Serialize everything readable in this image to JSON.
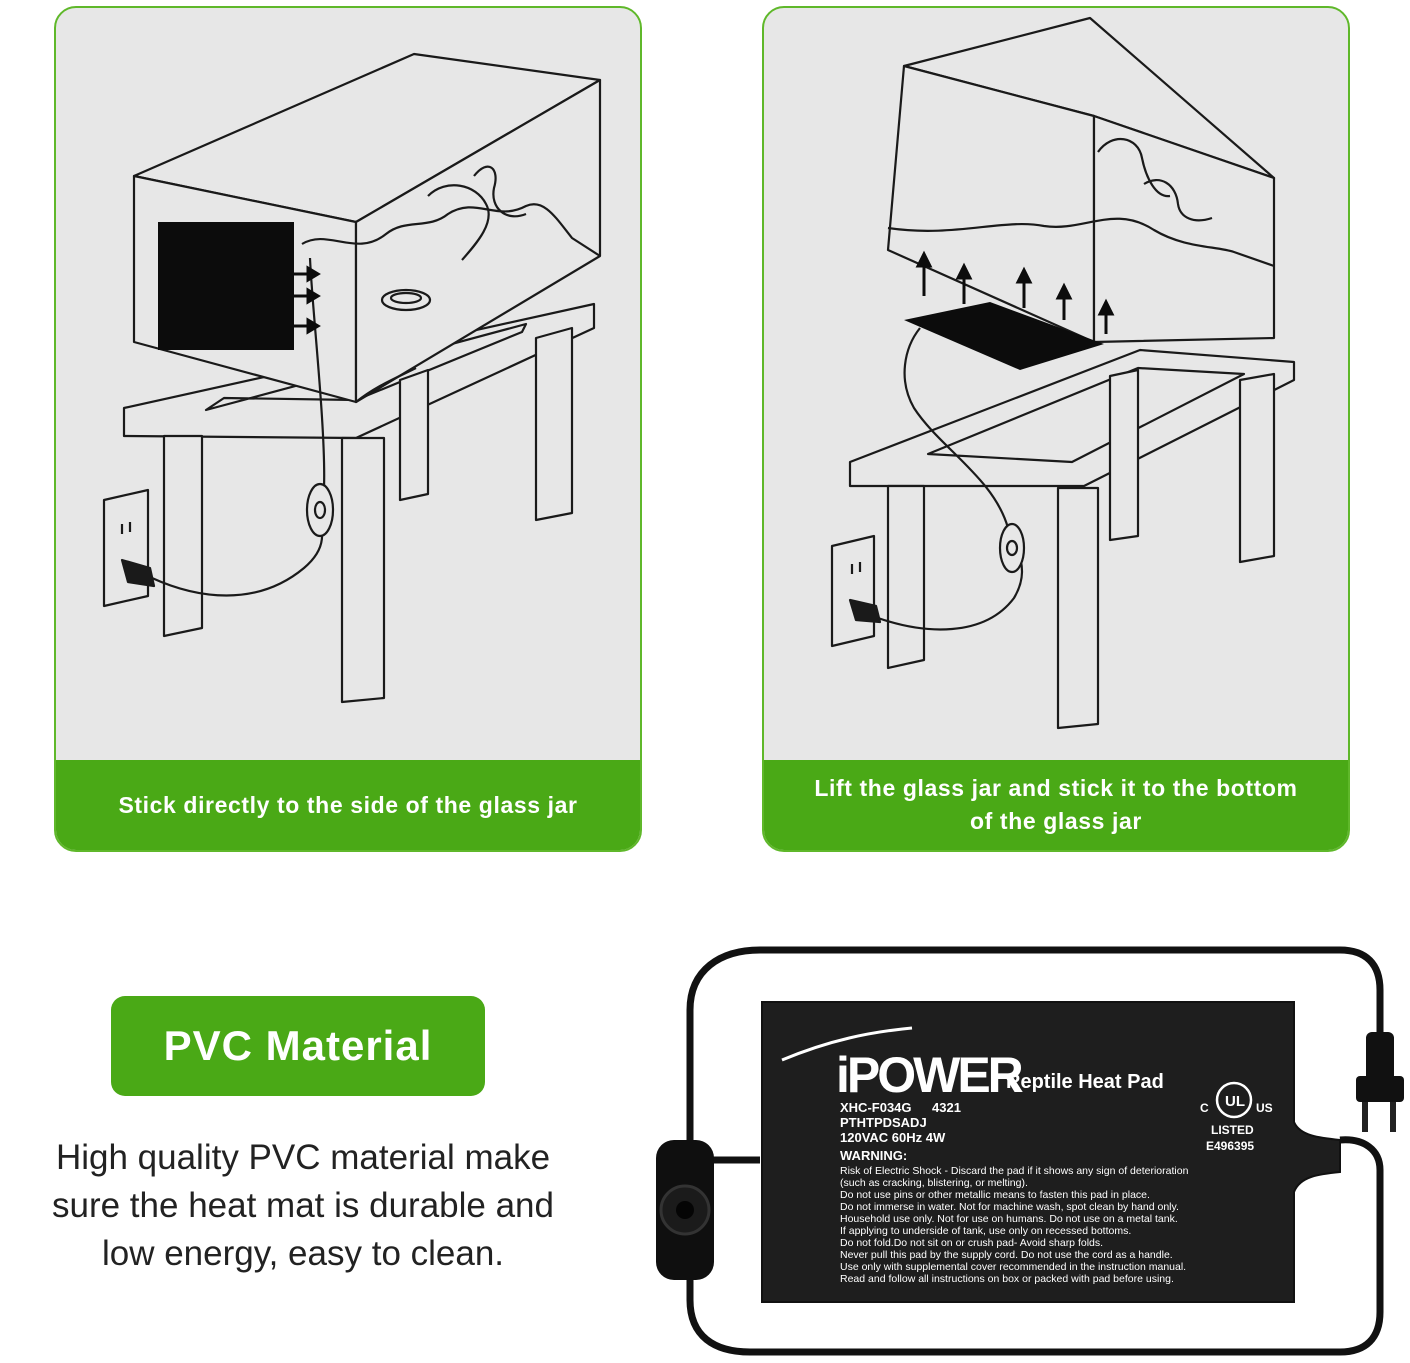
{
  "panels": {
    "left": {
      "caption": "Stick directly to the side of the glass jar"
    },
    "right": {
      "caption_line1": "Lift the glass jar and stick it to the bottom",
      "caption_line2": "of the glass jar"
    }
  },
  "feature": {
    "badge": "PVC Material",
    "description_lines": [
      "High quality PVC material make",
      "sure the heat mat is durable and",
      "low energy, easy to clean."
    ]
  },
  "label": {
    "brand": "iPOWER",
    "product_name": "Reptile Heat Pad",
    "model": "XHC-F034G",
    "code": "4321",
    "sku": "PTHTPDSADJ",
    "rating": "120VAC 60Hz 4W",
    "cert_c": "C",
    "cert_ul": "UL",
    "cert_us": "US",
    "cert_listed": "LISTED",
    "cert_number": "E496395",
    "warning_title": "WARNING:",
    "warning_lines": [
      "Risk of Electric Shock - Discard the pad if it shows any sign of deterioration",
      "(such as cracking, blistering, or melting).",
      "Do not use pins or other metallic means to fasten this pad in place.",
      "Do not immerse in water. Not for machine wash, spot clean by hand only.",
      "Household use only. Not for use on humans. Do not use on a metal tank.",
      "If applying to underside of tank, use only on recessed bottoms.",
      "Do not fold.Do not sit on or crush pad- Avoid sharp folds.",
      "Never pull this pad by the supply cord. Do not use the cord as a handle.",
      "Use only with supplemental cover recommended in the instruction manual.",
      "Read and follow all instructions on box or packed with pad before using."
    ]
  },
  "colors": {
    "accent_green": "#4aa916",
    "border_green": "#5fb82a",
    "panel_bg": "#e7e7e7",
    "pad_black": "#1e1e1e"
  }
}
